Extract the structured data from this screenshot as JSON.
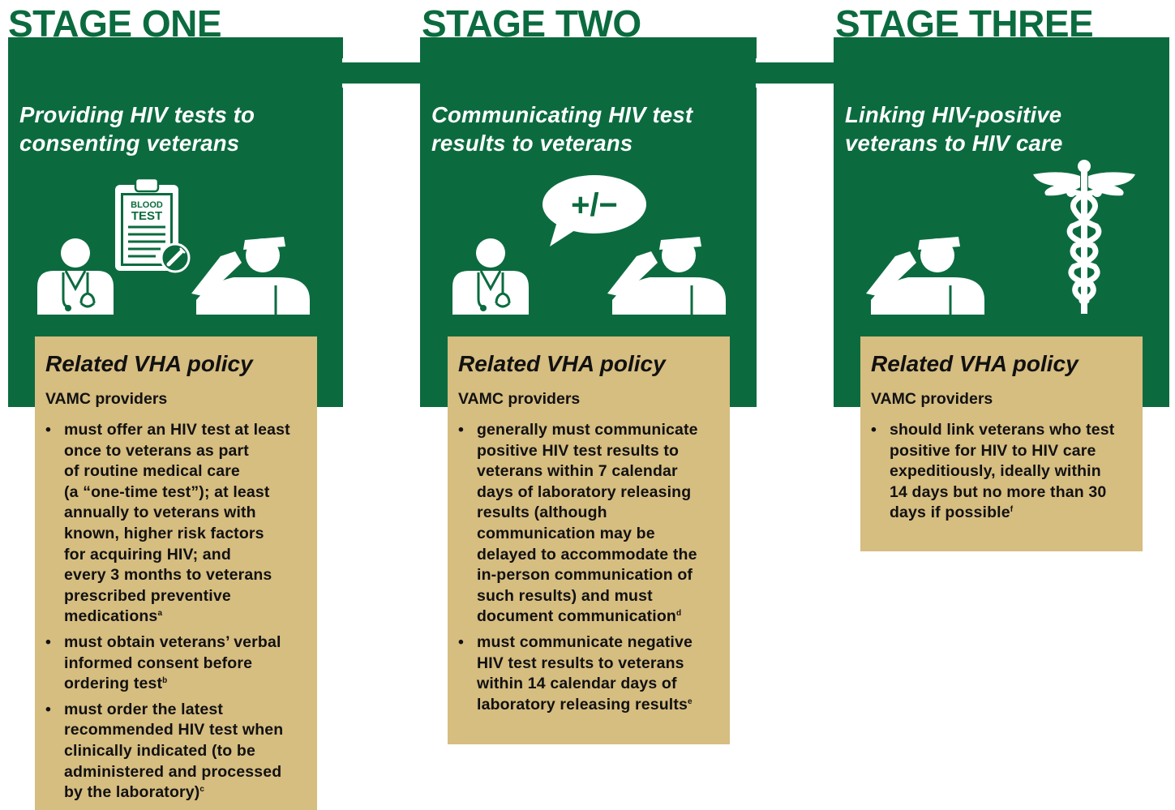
{
  "stages": [
    {
      "title": "STAGE ONE",
      "subtitle_lines": [
        "Providing HIV tests to",
        "consenting veterans"
      ],
      "icons": {
        "clipboard_line1": "BLOOD",
        "clipboard_line2": "TEST"
      },
      "policy": {
        "heading": "Related VHA policy",
        "subheading": "VAMC providers",
        "bullets": [
          {
            "lines": [
              "must offer an HIV test at least",
              "once to veterans as part",
              "of routine medical care",
              "(a “one-time test”); at least",
              "annually to veterans with",
              "known, higher risk factors",
              "for acquiring HIV; and",
              "every 3 months to veterans",
              "prescribed preventive",
              "medications"
            ],
            "footnote": "a"
          },
          {
            "lines": [
              "must obtain veterans’ verbal",
              "informed consent before",
              "ordering test"
            ],
            "footnote": "b"
          },
          {
            "lines": [
              "must order the latest",
              "recommended HIV test when",
              "clinically indicated (to be",
              "administered and processed",
              "by the laboratory)"
            ],
            "footnote": "c"
          }
        ]
      }
    },
    {
      "title": "STAGE TWO",
      "subtitle_lines": [
        "Communicating HIV test",
        "results to veterans"
      ],
      "icons": {
        "speech_text": "+/−"
      },
      "policy": {
        "heading": "Related VHA policy",
        "subheading": "VAMC providers",
        "bullets": [
          {
            "lines": [
              "generally must communicate",
              "positive HIV test results to",
              "veterans within 7 calendar",
              "days of laboratory releasing",
              "results (although",
              "communication may be",
              "delayed to accommodate the",
              "in-person communication of",
              "such results) and must",
              "document communication"
            ],
            "footnote": "d"
          },
          {
            "lines": [
              "must communicate negative",
              "HIV test results to veterans",
              "within 14 calendar days of",
              "laboratory releasing results"
            ],
            "footnote": "e"
          }
        ]
      }
    },
    {
      "title": "STAGE THREE",
      "subtitle_lines": [
        "Linking HIV-positive",
        "veterans to HIV care"
      ],
      "icons": {},
      "policy": {
        "heading": "Related VHA policy",
        "subheading": "VAMC providers",
        "bullets": [
          {
            "lines": [
              "should link veterans who test",
              "positive for HIV to HIV care",
              "expeditiously, ideally within",
              "14 days but no more than 30",
              "days if possible"
            ],
            "footnote": "f"
          }
        ]
      }
    }
  ],
  "bullet_char": "•",
  "colors": {
    "green": "#0b6b3f",
    "tan": "#d6bd80",
    "white": "#ffffff",
    "text": "#111111"
  }
}
